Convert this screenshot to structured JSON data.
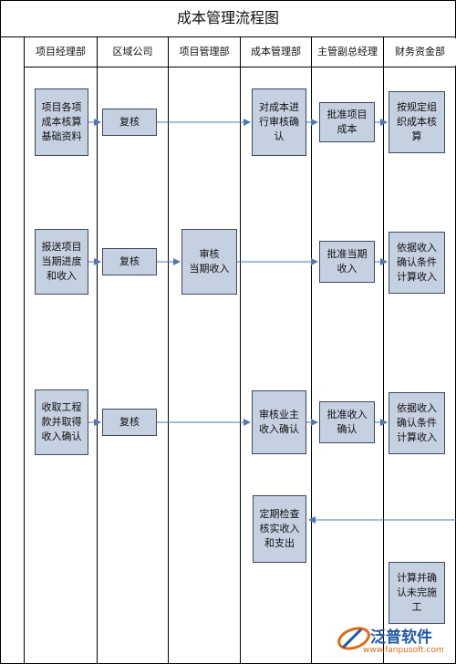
{
  "title": "成本管理流程图",
  "lanes": [
    "项目经理部",
    "区域公司",
    "项目管理部",
    "成本管理部",
    "主管副总经理",
    "财务资金部"
  ],
  "boxes": {
    "b1": "项目各项\n成本核算\n基础资料",
    "b2": "复核",
    "b3": "对成本进\n行审核确\n认",
    "b4": "批准项目\n成本",
    "b5": "按规定组\n织成本核\n算",
    "b6": "报送项目\n当期进度\n和收入",
    "b7": "复核",
    "b8": "审核\n当期收入",
    "b9": "批准当期\n收入",
    "b10": "依据收入\n确认条件\n计算收入",
    "b11": "收取工程\n款并取得\n收入确认",
    "b12": "复核",
    "b13": "审核业主\n收入确认",
    "b14": "批准收入\n确认",
    "b15": "依据收入\n确认条件\n计算收入",
    "b16": "定期检查\n核实收入\n和支出",
    "b17": "计算并确\n认未完施\n工"
  },
  "logo": {
    "name": "泛普软件",
    "url": "www.fanpusoft.com"
  },
  "colors": {
    "box_fill": "#c5d0e0",
    "box_border": "#3c4a5c",
    "line": "#000000",
    "arrow": "#4a78b8"
  }
}
